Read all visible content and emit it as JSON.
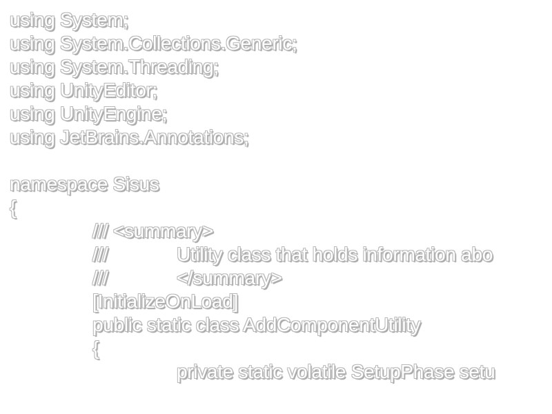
{
  "editor": {
    "lines": [
      "using System;",
      "using System.Collections.Generic;",
      "using System.Threading;",
      "using UnityEditor;",
      "using UnityEngine;",
      "using JetBrains.Annotations;",
      "",
      "namespace Sisus",
      "{",
      "/// <summary>",
      "///",
      "Utility class that holds information abo",
      "///",
      "</summary>",
      "[InitializeOnLoad]",
      "public static class AddComponentUtility",
      "{",
      "private static volatile SetupPhase setu"
    ]
  }
}
